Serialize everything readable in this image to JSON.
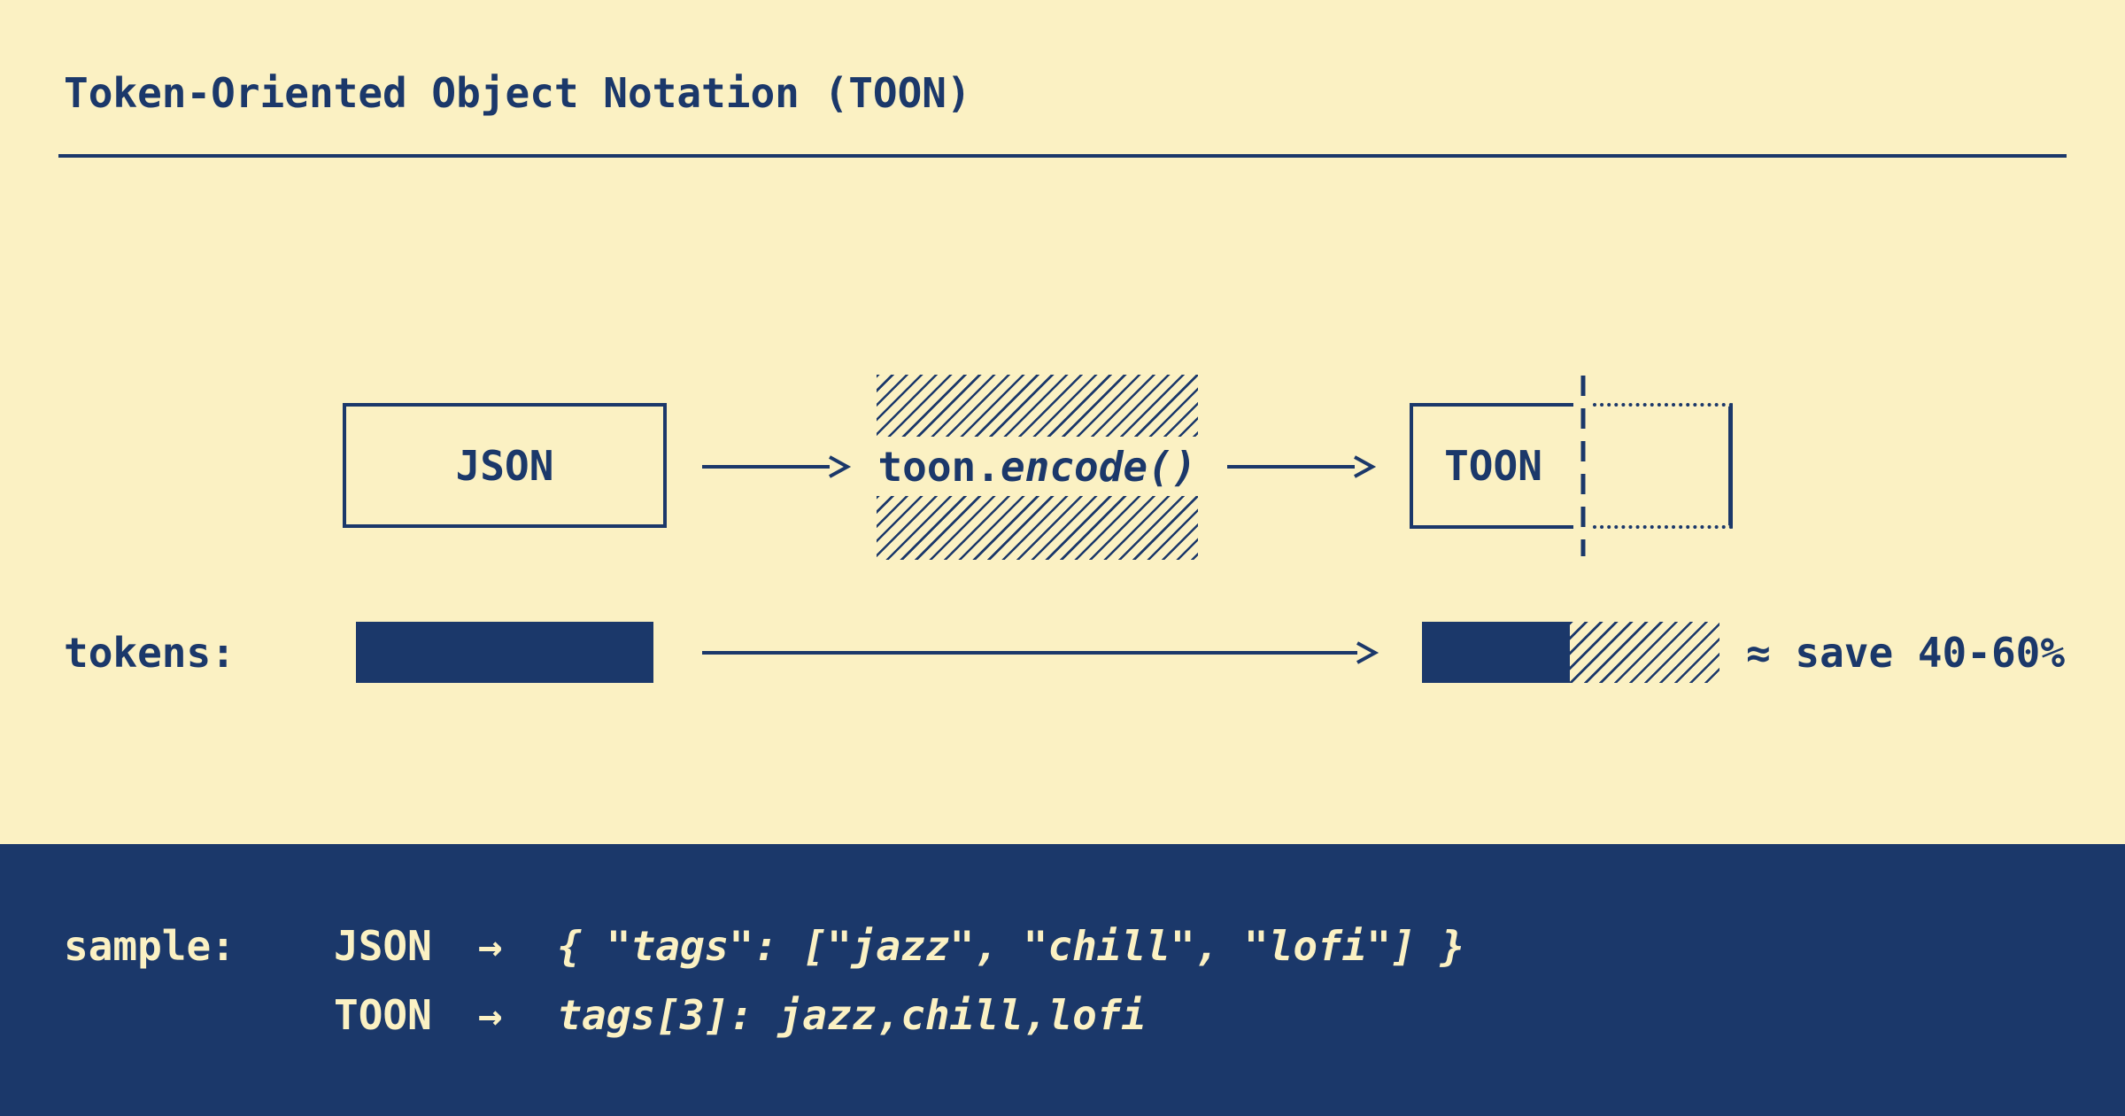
{
  "colors": {
    "navy": "#1b386a",
    "cream": "#fbf1c3"
  },
  "header": {
    "title": "Token-Oriented Object Notation (TOON)"
  },
  "flow": {
    "source_box_label": "JSON",
    "encoder_call_object": "toon.",
    "encoder_call_method": "encode()",
    "output_box_label": "TOON"
  },
  "tokens_row": {
    "label": "tokens:",
    "savings_note": "≈ save 40-60%"
  },
  "sample_row": {
    "label": "sample:",
    "lines": [
      {
        "format": "JSON",
        "arrow": "→",
        "code": "{ \"tags\": [\"jazz\", \"chill\", \"lofi\"] }"
      },
      {
        "format": "TOON",
        "arrow": "→",
        "code": "tags[3]: jazz,chill,lofi"
      }
    ]
  }
}
